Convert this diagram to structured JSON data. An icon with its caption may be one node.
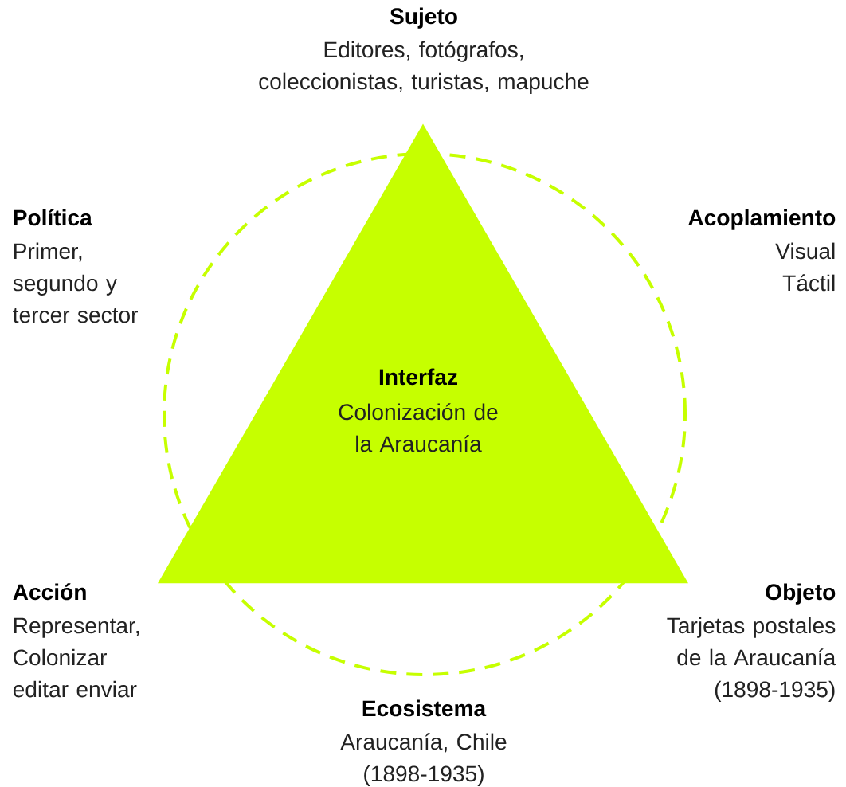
{
  "diagram": {
    "nodes": [
      {
        "text": [],
        "shape": "circle"
      },
      {
        "text": [
          "Interfaz",
          "Colonización de la Araucanía"
        ]
      }
    ],
    "labels": [
      "Sujeto",
      "Editores, fotógrafos, coleccionistas, turistas, mapuche",
      "Política",
      "Primer, segundo y tercer sector",
      "Acoplamiento",
      "Visual Táctil",
      "Acción",
      "Representar, Colonizar editar enviar",
      "Objeto",
      "Tarjetas postales de la Araucanía (1898-1935)",
      "Ecosistema",
      "Araucanía, Chile (1898-1935)"
    ]
  }
}
